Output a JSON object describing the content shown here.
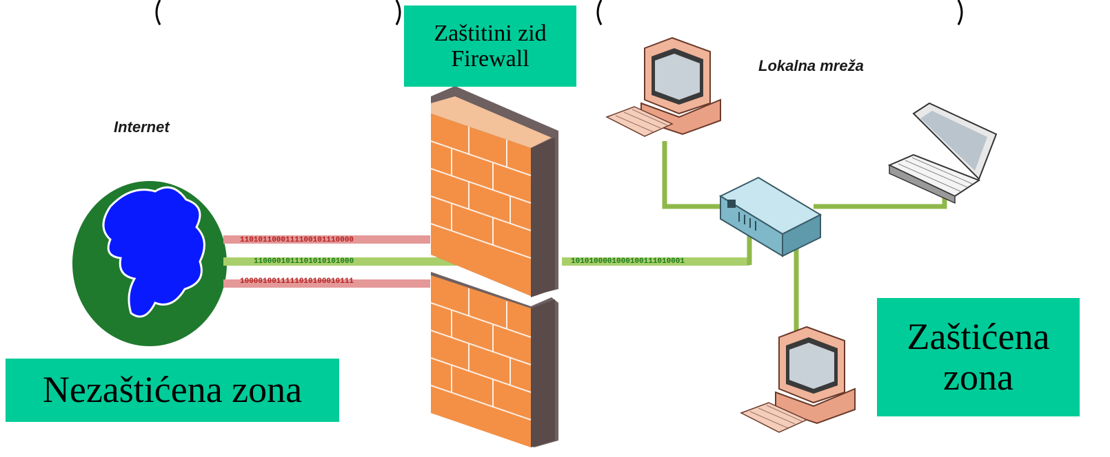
{
  "labels": {
    "firewall_line1": "Zaštitini zid",
    "firewall_line2": "Firewall",
    "unprotected_zone": "Nezaštićena zona",
    "protected_line1": "Zaštićena",
    "protected_line2": "zona",
    "internet": "Internet",
    "local_network": "Lokalna mreža"
  },
  "bit_streams": {
    "blocked_1": "1101011000111100101110000",
    "allowed_in": "1100001011101010101000",
    "blocked_2": "1000010011111010100010111",
    "allowed_out": "1010100001000100111010001"
  },
  "colors": {
    "label_bg": "#00cc99",
    "blocked": "#e07a7a",
    "allowed": "#8fb84a",
    "globe_ocean": "#1f7a2e",
    "globe_land": "#0a1aff",
    "brick": "#f08a3a"
  },
  "icons": {
    "globe": "globe-icon",
    "firewall": "brick-wall-icon",
    "desktop": "desktop-computer-icon",
    "laptop": "laptop-icon",
    "hub": "network-hub-icon"
  }
}
